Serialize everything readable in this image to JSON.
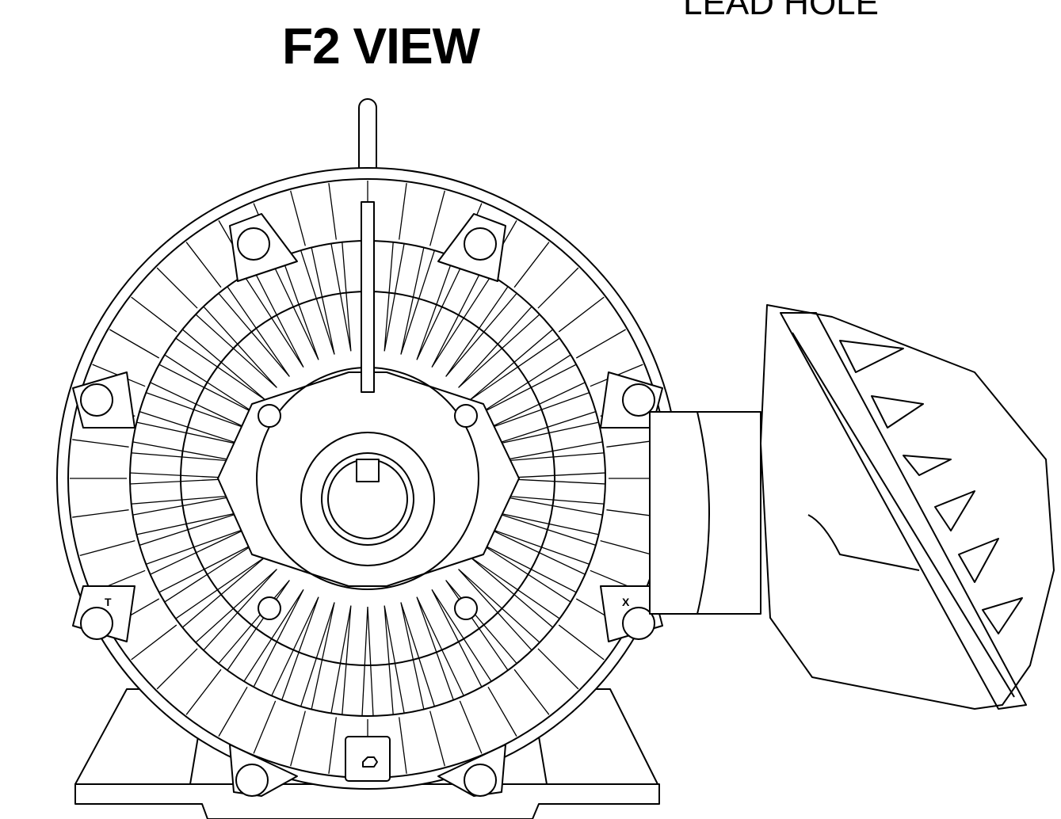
{
  "drawing": {
    "title": "F2 VIEW",
    "partial_label": "LEAD HOLE",
    "markings": {
      "left_lug": "T",
      "right_lug": "X"
    }
  }
}
